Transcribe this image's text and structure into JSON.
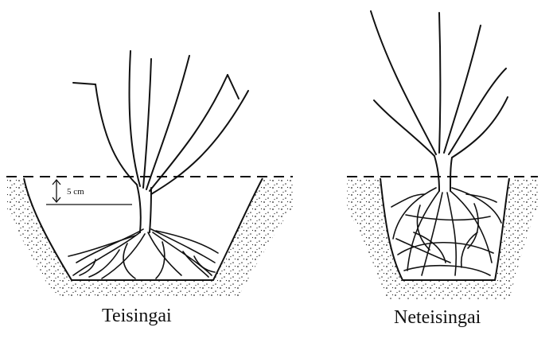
{
  "panels": [
    {
      "id": "correct",
      "caption": "Teisingai",
      "depth_label": "5 cm"
    },
    {
      "id": "incorrect",
      "caption": "Neteisingai"
    }
  ],
  "colors": {
    "ink": "#111111",
    "background": "#ffffff"
  }
}
